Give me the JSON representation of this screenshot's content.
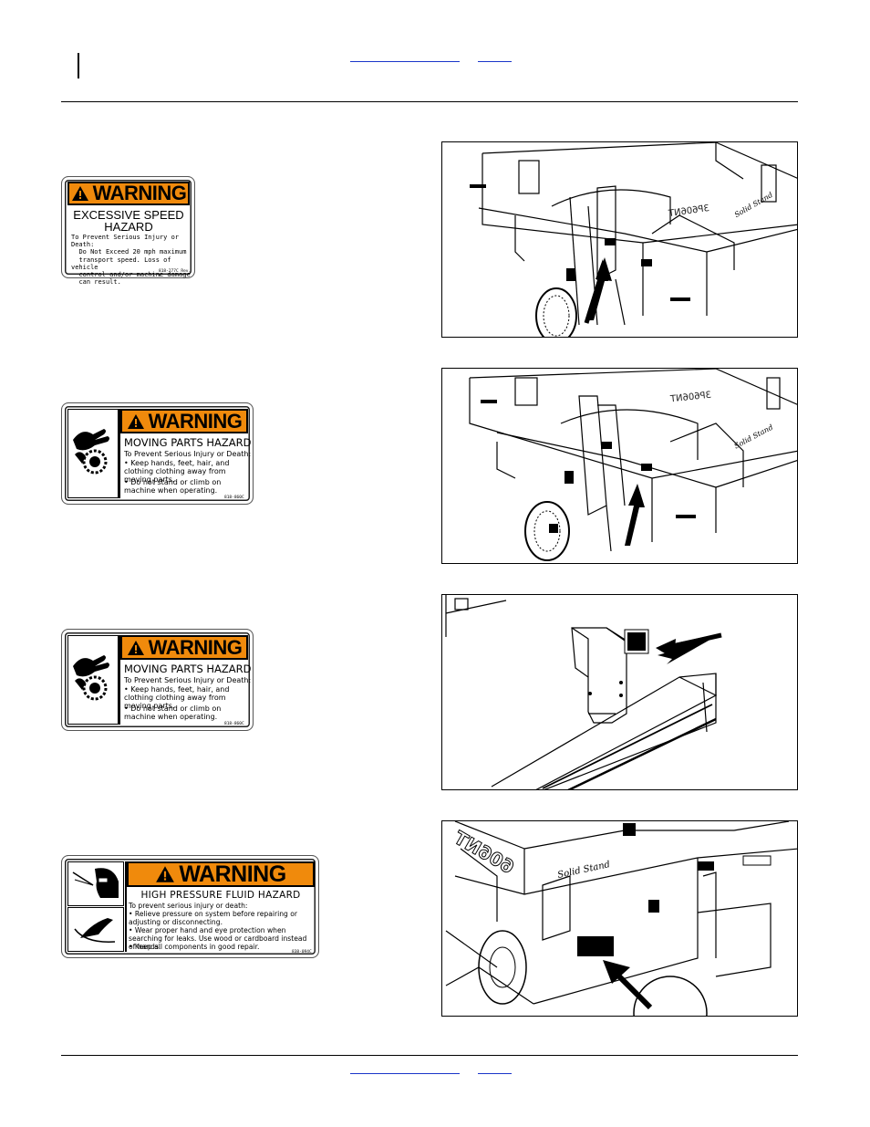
{
  "header": {
    "link_widths_note": ""
  },
  "decals": [
    {
      "id": "excessive-speed",
      "banner": "WARNING",
      "title_line1": "EXCESSIVE SPEED",
      "title_line2": "HAZARD",
      "body": "To Prevent Serious Injury or Death:\n  Do Not Exceed 20 mph maximum\n  transport speed. Loss of vehicle\n  control and/or machine damage\n  can result.",
      "code": "818-277C Rev. B"
    },
    {
      "id": "moving-parts-1",
      "banner": "WARNING",
      "title": "MOVING PARTS HAZARD",
      "intro": "To Prevent Serious Injury or Death:",
      "bullets": [
        "Keep hands, feet, hair, and clothing clothing away from moving parts.",
        "Do not stand or climb on machine when operating."
      ],
      "code": "818-860C"
    },
    {
      "id": "moving-parts-2",
      "banner": "WARNING",
      "title": "MOVING PARTS HAZARD",
      "intro": "To Prevent Serious Injury or Death:",
      "bullets": [
        "Keep hands, feet, hair, and clothing clothing away from moving parts.",
        "Do not stand or climb on machine when operating."
      ],
      "code": "818-860C"
    },
    {
      "id": "high-pressure",
      "banner": "WARNING",
      "title": "HIGH PRESSURE FLUID HAZARD",
      "intro": "To prevent serious injury or death:",
      "bullets": [
        "Relieve pressure on system before repairing or adjusting or disconnecting.",
        "Wear proper hand and eye protection when searching for leaks. Use wood or cardboard instead of hands.",
        "Keep all components in good repair."
      ],
      "code": "838-094C"
    }
  ],
  "figures": [
    {
      "id": "fig-1",
      "model_label": "3P606NT",
      "script_label": "Solid Stand"
    },
    {
      "id": "fig-2",
      "model_label": "3P606NT",
      "script_label": "Solid Stand"
    },
    {
      "id": "fig-3"
    },
    {
      "id": "fig-4",
      "model_label": "606NT",
      "script_label": "Solid Stand"
    }
  ],
  "colors": {
    "warning_orange": "#f08a0c",
    "link_blue": "#1a35c9"
  }
}
